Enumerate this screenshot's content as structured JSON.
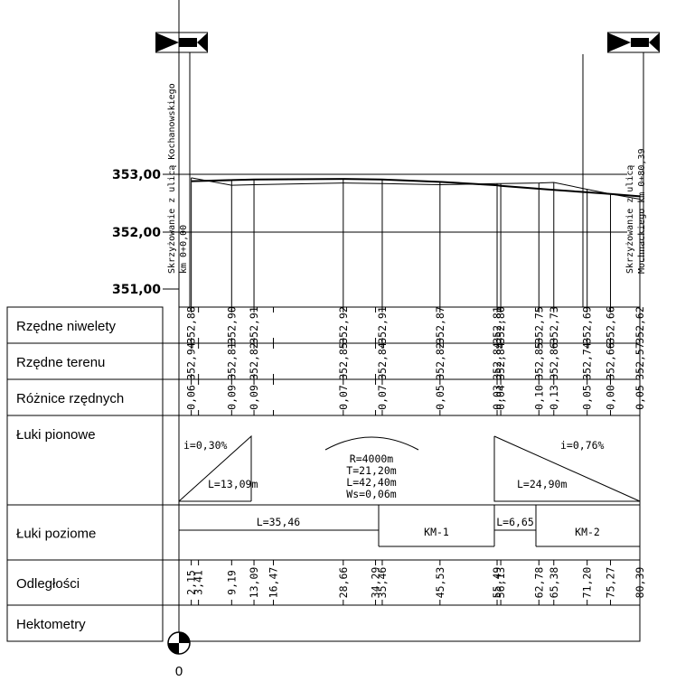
{
  "title": {
    "left": "Skrzyżowanie z ulicą Kochanowskiego",
    "left_km": "km 0+0,00",
    "right": "Skrzyżowanie z ulicą",
    "right_km": "Mochnackiego km 0+80,39"
  },
  "elevation_axis": {
    "labels": [
      "353,00",
      "352,00",
      "351,00"
    ]
  },
  "origin_label": "0",
  "rows": [
    {
      "key": "niweleta",
      "label": "Rzędne niwelety"
    },
    {
      "key": "teren",
      "label": "Rzędne terenu"
    },
    {
      "key": "roznice",
      "label": "Różnice rzędnych"
    },
    {
      "key": "luki_pionowe",
      "label": "Łuki pionowe"
    },
    {
      "key": "luki_poziome",
      "label": "Łuki poziome"
    },
    {
      "key": "odleglosci",
      "label": "Odległości"
    },
    {
      "key": "hektometry",
      "label": "Hektometry"
    }
  ],
  "stations": [
    {
      "d": "2,15",
      "niw": "352,88",
      "ter": "352,94",
      "roz": "0,06"
    },
    {
      "d": "3,41",
      "niw": "",
      "ter": "",
      "roz": ""
    },
    {
      "d": "9,19",
      "niw": "352,90",
      "ter": "352,81",
      "roz": "0,09"
    },
    {
      "d": "13,09",
      "niw": "352,91",
      "ter": "352,82",
      "roz": "0,09"
    },
    {
      "d": "16,47",
      "niw": "",
      "ter": "",
      "roz": ""
    },
    {
      "d": "28,66",
      "niw": "352,92",
      "ter": "352,85",
      "roz": "0,07"
    },
    {
      "d": "34,29",
      "niw": "",
      "ter": "",
      "roz": ""
    },
    {
      "d": "35,46",
      "niw": "352,91",
      "ter": "352,84",
      "roz": "0,07"
    },
    {
      "d": "45,53",
      "niw": "352,87",
      "ter": "352,82",
      "roz": "0,05"
    },
    {
      "d": "55,49",
      "niw": "352,81",
      "ter": "352,84",
      "roz": "0,03"
    },
    {
      "d": "56,13",
      "niw": "352,80",
      "ter": "352,84",
      "roz": "0,04"
    },
    {
      "d": "62,78",
      "niw": "352,75",
      "ter": "352,85",
      "roz": "0,10"
    },
    {
      "d": "65,38",
      "niw": "352,73",
      "ter": "352,86",
      "roz": "0,13"
    },
    {
      "d": "71,20",
      "niw": "352,69",
      "ter": "352,74",
      "roz": "0,05"
    },
    {
      "d": "75,27",
      "niw": "352,66",
      "ter": "352,66",
      "roz": "0,00"
    },
    {
      "d": "80,39",
      "niw": "352,62",
      "ter": "352,57",
      "roz": "0,05"
    }
  ],
  "vertical": {
    "left_slope": "i=0,30%",
    "left_length": "L=13,09m",
    "curve": [
      "R=4000m",
      "T=21,20m",
      "L=42,40m",
      "Ws=0,06m"
    ],
    "right_slope": "i=0,76%",
    "right_length": "L=24,90m"
  },
  "horizontal": {
    "seg1": "L=35,46",
    "km1": "KM-1",
    "seg2": "L=6,65",
    "km2": "KM-2"
  }
}
